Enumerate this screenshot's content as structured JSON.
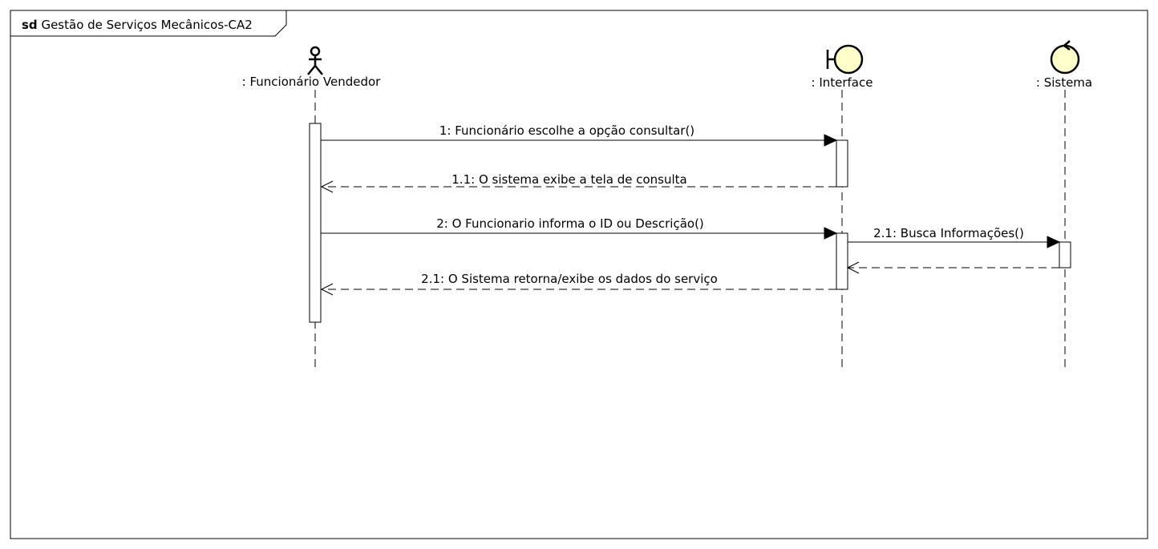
{
  "frame": {
    "keyword": "sd",
    "name": "Gestão de Serviços Mecânicos-CA2"
  },
  "lifelines": [
    {
      "id": "actor",
      "kind": "actor",
      "label": ": Funcionário Vendedor"
    },
    {
      "id": "iface",
      "kind": "boundary",
      "label": ": Interface"
    },
    {
      "id": "sys",
      "kind": "control",
      "label": ": Sistema"
    }
  ],
  "messages": [
    {
      "label": "1: Funcionário escolhe a opção consultar()",
      "from": "actor",
      "to": "iface",
      "type": "sync"
    },
    {
      "label": "1.1: O sistema exibe a tela de consulta",
      "from": "iface",
      "to": "actor",
      "type": "return"
    },
    {
      "label": "2: O Funcionario informa o ID ou Descrição()",
      "from": "actor",
      "to": "iface",
      "type": "sync"
    },
    {
      "label": "2.1: Busca Informações()",
      "from": "iface",
      "to": "sys",
      "type": "sync"
    },
    {
      "label": "",
      "from": "sys",
      "to": "iface",
      "type": "return"
    },
    {
      "label": "2.1: O Sistema retorna/exibe os dados do serviço",
      "from": "iface",
      "to": "actor",
      "type": "return"
    }
  ]
}
